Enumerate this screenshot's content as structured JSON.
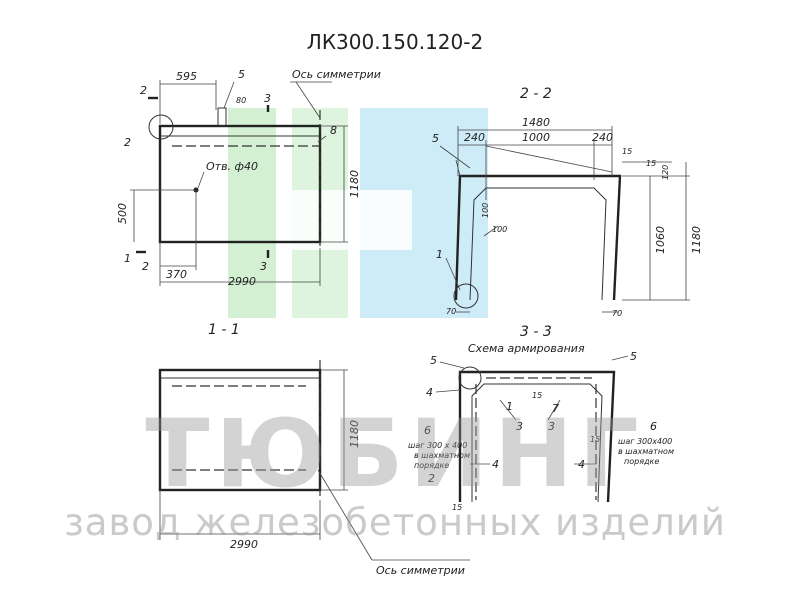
{
  "title": "ЛК300.150.120-2",
  "watermark": {
    "brand": "ТЮБИНГ",
    "subtitle": "завод железобетонных изделий",
    "logo_colors": [
      "#c8ecc8",
      "#c2e6f6"
    ]
  },
  "plan": {
    "dims": {
      "d595": "595",
      "d2990": "2990",
      "d370": "370",
      "d500": "500",
      "d1180": "1180",
      "d80": "80"
    },
    "hole_label": "Отв. ф40",
    "axis_label": "Ось симметрии",
    "callouts": [
      "2",
      "5",
      "8",
      "1",
      "2",
      "3",
      "3"
    ]
  },
  "section22": {
    "label": "2 - 2",
    "dims": {
      "d1480": "1480",
      "d240a": "240",
      "d1000": "1000",
      "d240b": "240",
      "d15a": "15",
      "d15b": "15",
      "d120": "120",
      "d1060": "1060",
      "d1180": "1180",
      "d100a": "100",
      "d100b": "100",
      "d70a": "70",
      "d70b": "70"
    },
    "callouts": [
      "5",
      "1"
    ]
  },
  "section11": {
    "label": "1 - 1",
    "dims": {
      "d1180": "1180",
      "d2990": "2990"
    },
    "axis_label": "Ось симметрии"
  },
  "section33": {
    "label": "3 - 3",
    "caption": "Схема армирования",
    "pitch_left": [
      "шаг 300 х 400",
      "в шахматном",
      "порядке"
    ],
    "pitch_right": [
      "шаг 300х400",
      "в шахматном",
      "порядке"
    ],
    "dims": {
      "d15a": "15",
      "d15b": "15",
      "d15c": "15"
    },
    "callouts": [
      "5",
      "5",
      "4",
      "6",
      "1",
      "7",
      "3",
      "3",
      "6",
      "4",
      "2",
      "4"
    ]
  }
}
